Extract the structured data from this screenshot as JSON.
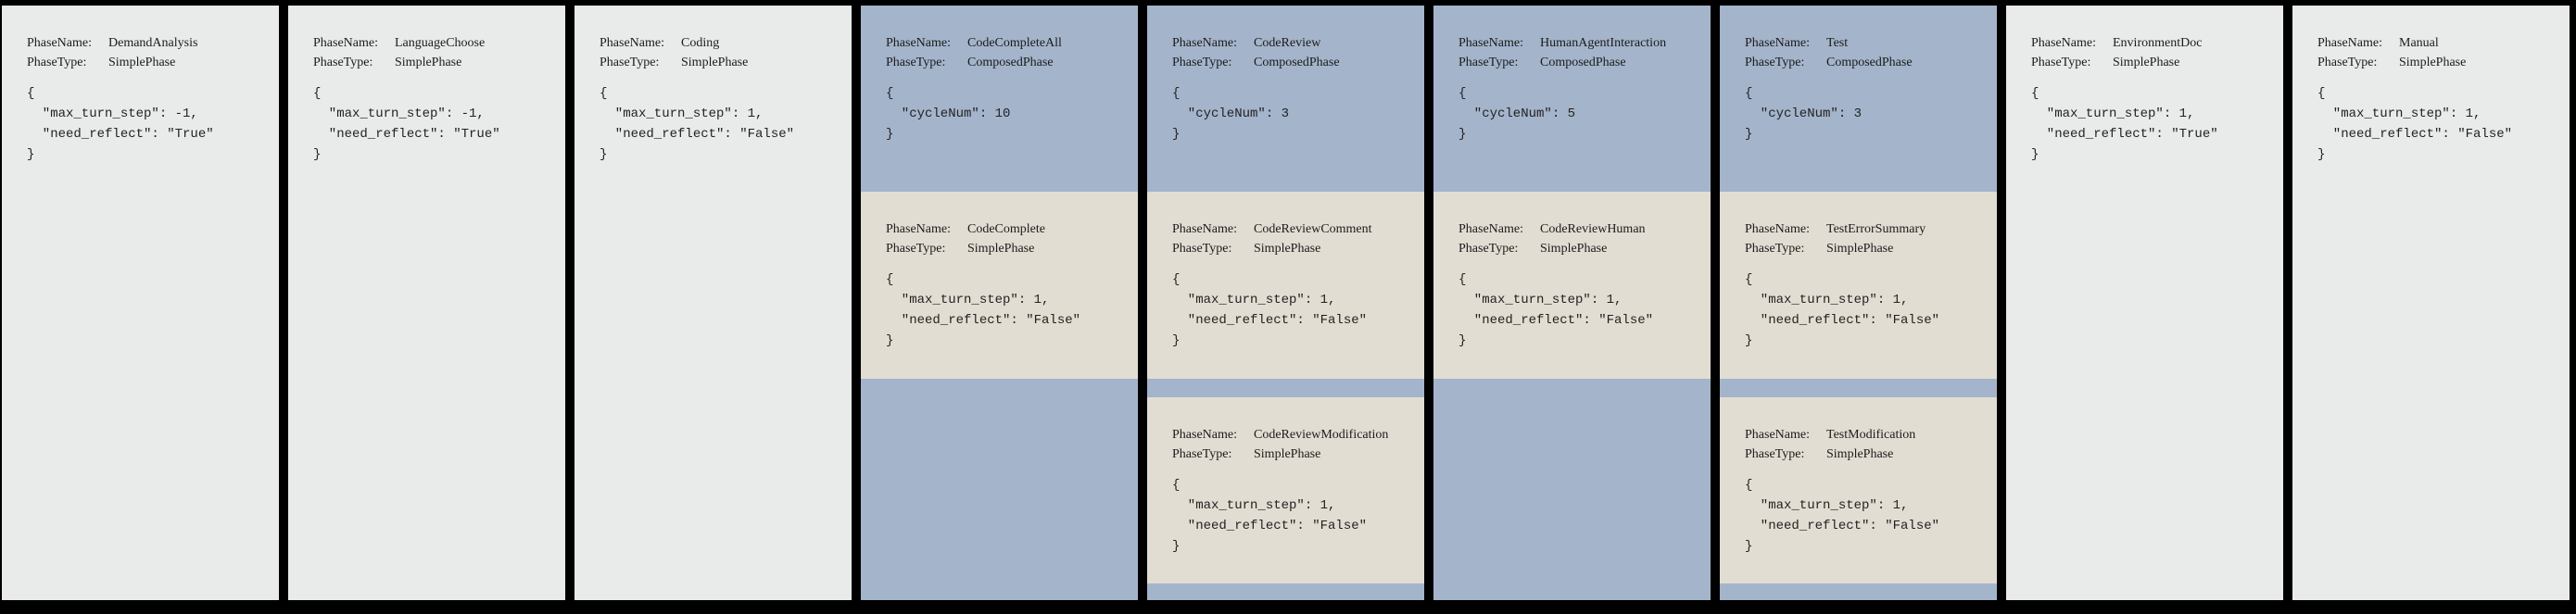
{
  "figure": {
    "description_labels": {
      "phase_name": "PhaseName:",
      "phase_type": "PhaseType:"
    }
  },
  "labels": {
    "phase_name": "PhaseName:",
    "phase_type": "PhaseType:"
  },
  "colors": {
    "page_background": "#000000",
    "simple_card": "#e8ebe9",
    "composed_card": "#a4b4cb",
    "sub_card": "#e2ddd2",
    "text": "#1b1b1b"
  },
  "columns": [
    {
      "type": "simple",
      "name": "DemandAnalysis",
      "phase_type": "SimplePhase",
      "config": "{\n  \"max_turn_step\": -1,\n  \"need_reflect\": \"True\"\n}"
    },
    {
      "type": "simple",
      "name": "LanguageChoose",
      "phase_type": "SimplePhase",
      "config": "{\n  \"max_turn_step\": -1,\n  \"need_reflect\": \"True\"\n}"
    },
    {
      "type": "simple",
      "name": "Coding",
      "phase_type": "SimplePhase",
      "config": "{\n  \"max_turn_step\": 1,\n  \"need_reflect\": \"False\"\n}"
    },
    {
      "type": "composed",
      "name": "CodeCompleteAll",
      "phase_type": "ComposedPhase",
      "config": "{\n  \"cycleNum\": 10\n}",
      "children": [
        {
          "name": "CodeComplete",
          "phase_type": "SimplePhase",
          "config": "{\n  \"max_turn_step\": 1,\n  \"need_reflect\": \"False\"\n}"
        }
      ]
    },
    {
      "type": "composed",
      "name": "CodeReview",
      "phase_type": "ComposedPhase",
      "config": "{\n  \"cycleNum\": 3\n}",
      "children": [
        {
          "name": "CodeReviewComment",
          "phase_type": "SimplePhase",
          "config": "{\n  \"max_turn_step\": 1,\n  \"need_reflect\": \"False\"\n}"
        },
        {
          "name": "CodeReviewModification",
          "phase_type": "SimplePhase",
          "config": "{\n  \"max_turn_step\": 1,\n  \"need_reflect\": \"False\"\n}"
        }
      ]
    },
    {
      "type": "composed",
      "name": "HumanAgentInteraction",
      "phase_type": "ComposedPhase",
      "config": "{\n  \"cycleNum\": 5\n}",
      "children": [
        {
          "name": "CodeReviewHuman",
          "phase_type": "SimplePhase",
          "config": "{\n  \"max_turn_step\": 1,\n  \"need_reflect\": \"False\"\n}"
        }
      ]
    },
    {
      "type": "composed",
      "name": "Test",
      "phase_type": "ComposedPhase",
      "config": "{\n  \"cycleNum\": 3\n}",
      "children": [
        {
          "name": "TestErrorSummary",
          "phase_type": "SimplePhase",
          "config": "{\n  \"max_turn_step\": 1,\n  \"need_reflect\": \"False\"\n}"
        },
        {
          "name": "TestModification",
          "phase_type": "SimplePhase",
          "config": "{\n  \"max_turn_step\": 1,\n  \"need_reflect\": \"False\"\n}"
        }
      ]
    },
    {
      "type": "simple",
      "name": "EnvironmentDoc",
      "phase_type": "SimplePhase",
      "config": "{\n  \"max_turn_step\": 1,\n  \"need_reflect\": \"True\"\n}"
    },
    {
      "type": "simple",
      "name": "Manual",
      "phase_type": "SimplePhase",
      "config": "{\n  \"max_turn_step\": 1,\n  \"need_reflect\": \"False\"\n}"
    }
  ]
}
